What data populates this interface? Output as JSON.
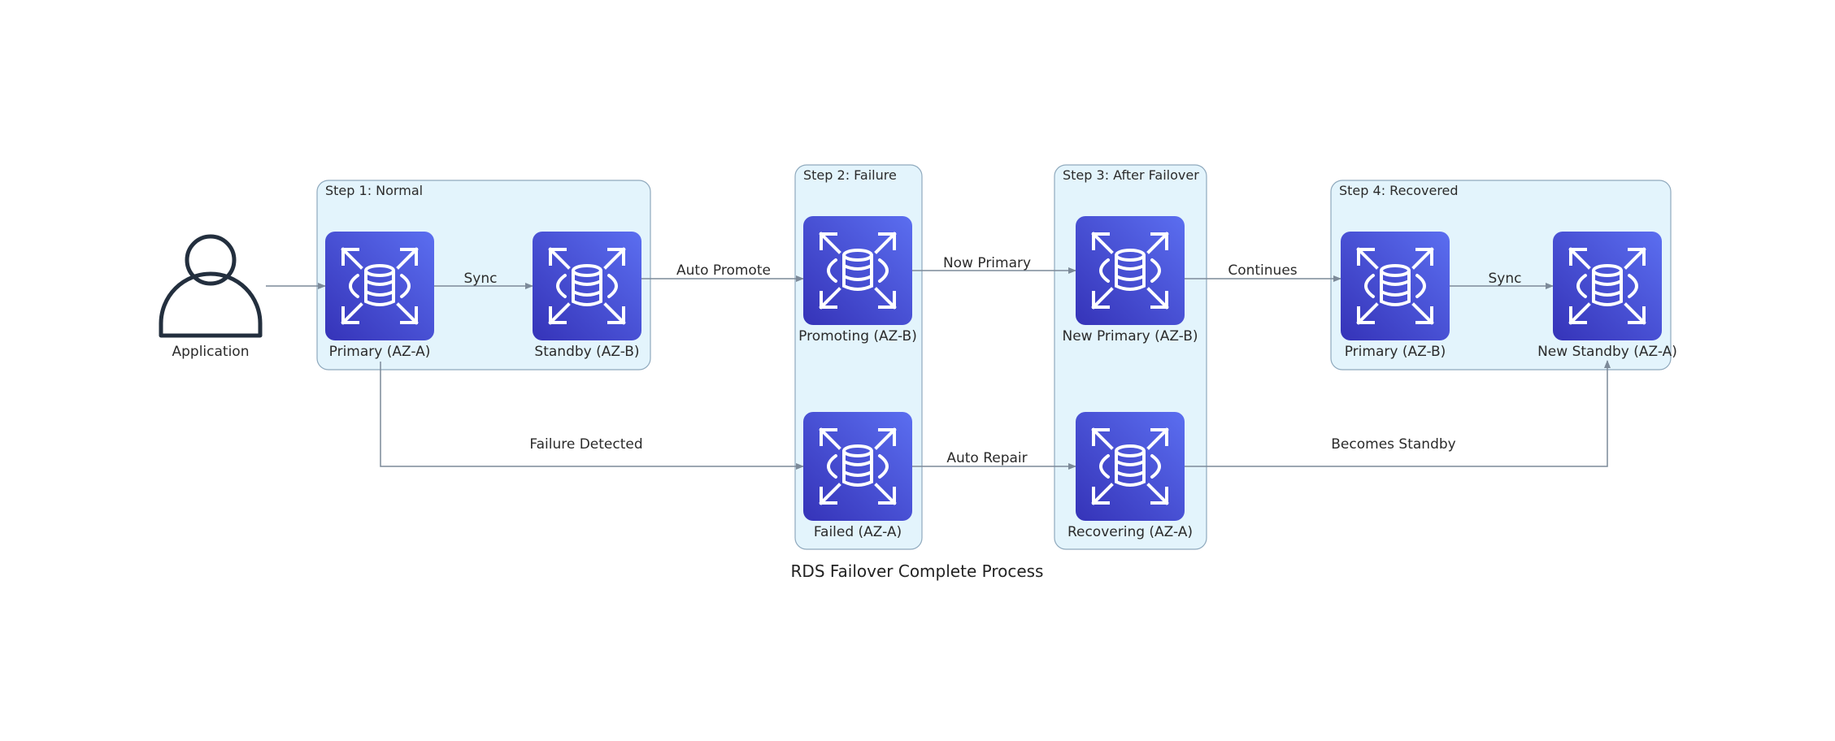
{
  "title": "RDS Failover Complete Process",
  "colors": {
    "db_top": "#5b6ef0",
    "db_bottom": "#3533b8",
    "cluster_fill": "#e3f4fc",
    "cluster_border": "#8fa9bd",
    "edge": "#7c8a99",
    "user_icon": "#232f3e"
  },
  "clusters": [
    {
      "label": "Step 1: Normal"
    },
    {
      "label": "Step 2: Failure"
    },
    {
      "label": "Step 3: After Failover"
    },
    {
      "label": "Step 4: Recovered"
    }
  ],
  "nodes": {
    "application": {
      "label": "Application",
      "icon": "user-icon"
    },
    "primary_a": {
      "label": "Primary (AZ-A)",
      "icon": "rds-database-icon"
    },
    "standby_b": {
      "label": "Standby (AZ-B)",
      "icon": "rds-database-icon"
    },
    "promoting_b": {
      "label": "Promoting (AZ-B)",
      "icon": "rds-database-icon"
    },
    "failed_a": {
      "label": "Failed (AZ-A)",
      "icon": "rds-database-icon"
    },
    "new_primary_b": {
      "label": "New Primary (AZ-B)",
      "icon": "rds-database-icon"
    },
    "recovering_a": {
      "label": "Recovering (AZ-A)",
      "icon": "rds-database-icon"
    },
    "primary_b": {
      "label": "Primary (AZ-B)",
      "icon": "rds-database-icon"
    },
    "new_standby_a": {
      "label": "New Standby (AZ-A)",
      "icon": "rds-database-icon"
    }
  },
  "edges": {
    "sync_1": "Sync",
    "auto_promote": "Auto Promote",
    "now_primary": "Now Primary",
    "continues": "Continues",
    "sync_2": "Sync",
    "failure_detected": "Failure Detected",
    "auto_repair": "Auto Repair",
    "becomes_standby": "Becomes Standby"
  }
}
